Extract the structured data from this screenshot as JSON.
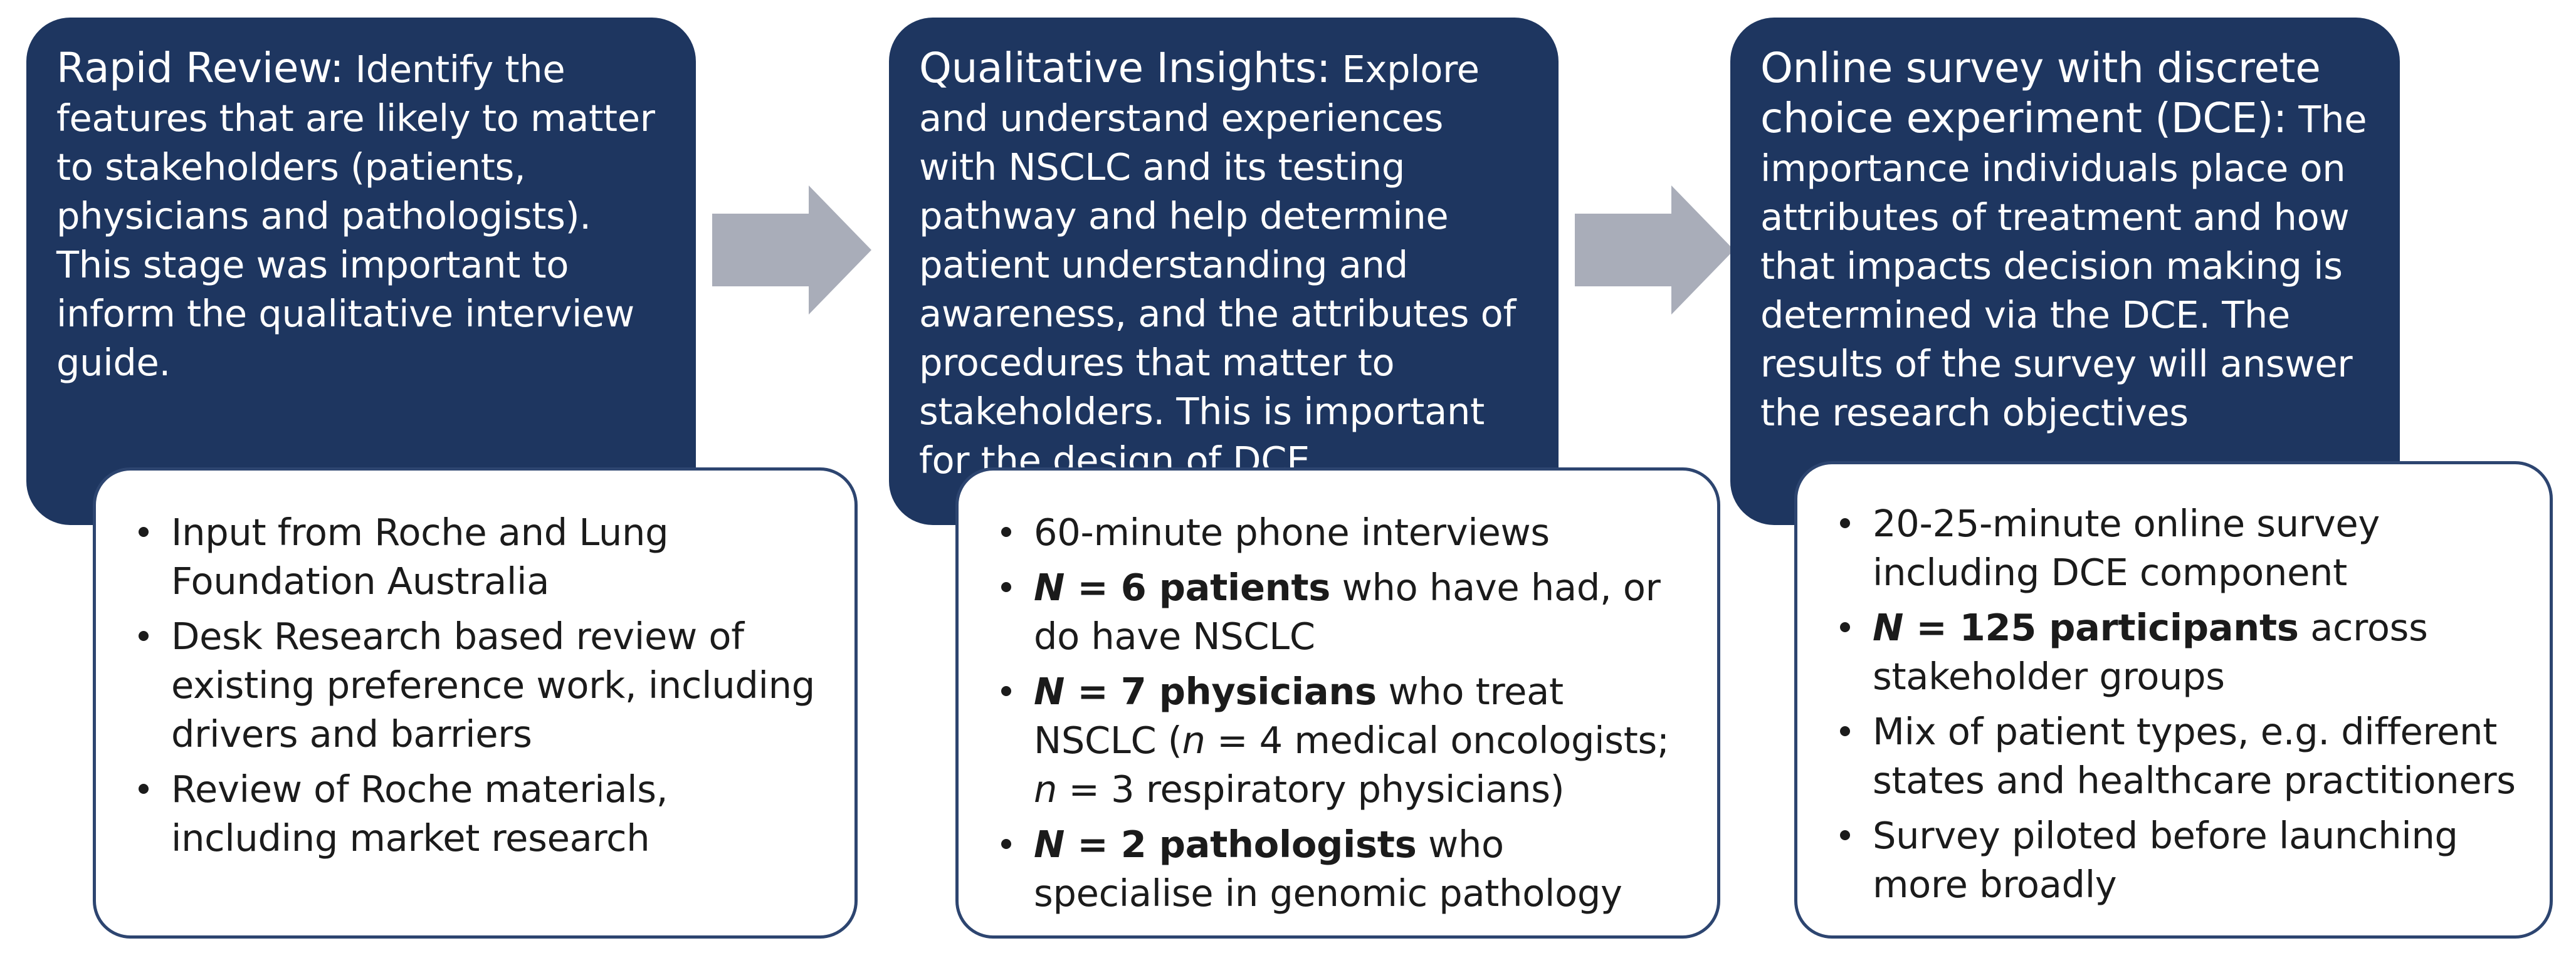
{
  "stages": [
    {
      "title": "Rapid Review",
      "title_sep": ":",
      "description": " Identify the features that are likely to matter to stakeholders (patients, physicians and pathologists). This stage was important to inform the qualitative interview guide.",
      "bullets": [
        {
          "pre": "",
          "bold": "",
          "rest": "Input from Roche and Lung Foundation Australia"
        },
        {
          "pre": "",
          "bold": "Desk Research",
          "rest": " based review of existing preference work, including drivers and barriers"
        },
        {
          "pre": "",
          "bold": "Review",
          "rest": " of Roche materials, including market research"
        }
      ]
    },
    {
      "title": "Qualitative Insights",
      "title_sep": ":",
      "description": " Explore and understand experiences with NSCLC and its testing pathway and help determine patient understanding and awareness, and the attributes of procedures that matter to stakeholders. This is important for the design of DCE",
      "bullets": [
        {
          "pre": "",
          "bold": "",
          "rest": "60-minute phone interviews"
        },
        {
          "pre": "N",
          "bold": " = 6 patients",
          "rest": " who have had, or do have NSCLC"
        },
        {
          "pre": "N",
          "bold": " = 7 physicians",
          "rest": " who treat NSCLC (",
          "n1": "n",
          "rest2": " = 4 medical oncologists; ",
          "n2": "n",
          "rest3": " = 3 respiratory physicians)"
        },
        {
          "pre": "N",
          "bold": " = 2 pathologists",
          "rest": " who specialise in genomic pathology"
        }
      ]
    },
    {
      "title": "Online survey with discrete choice experiment (DCE)",
      "title_sep": ":",
      "description": " The importance individuals place on attributes of treatment and how that impacts decision making is determined via the DCE. The results of the survey will answer the research objectives",
      "bullets": [
        {
          "pre": "",
          "bold": "",
          "rest": "20-25-minute online survey including DCE component"
        },
        {
          "pre": "N",
          "bold": " = 125 participants",
          "rest": " across stakeholder groups"
        },
        {
          "pre": "",
          "bold": "",
          "rest": "Mix of patient types, e.g. different states and healthcare practitioners"
        },
        {
          "pre": "",
          "bold": "",
          "rest": "Survey piloted before launching more broadly"
        }
      ]
    }
  ],
  "colors": {
    "header_fill": "#1e3660",
    "box_border": "#2d4570",
    "arrow_fill": "#a9adb9"
  }
}
